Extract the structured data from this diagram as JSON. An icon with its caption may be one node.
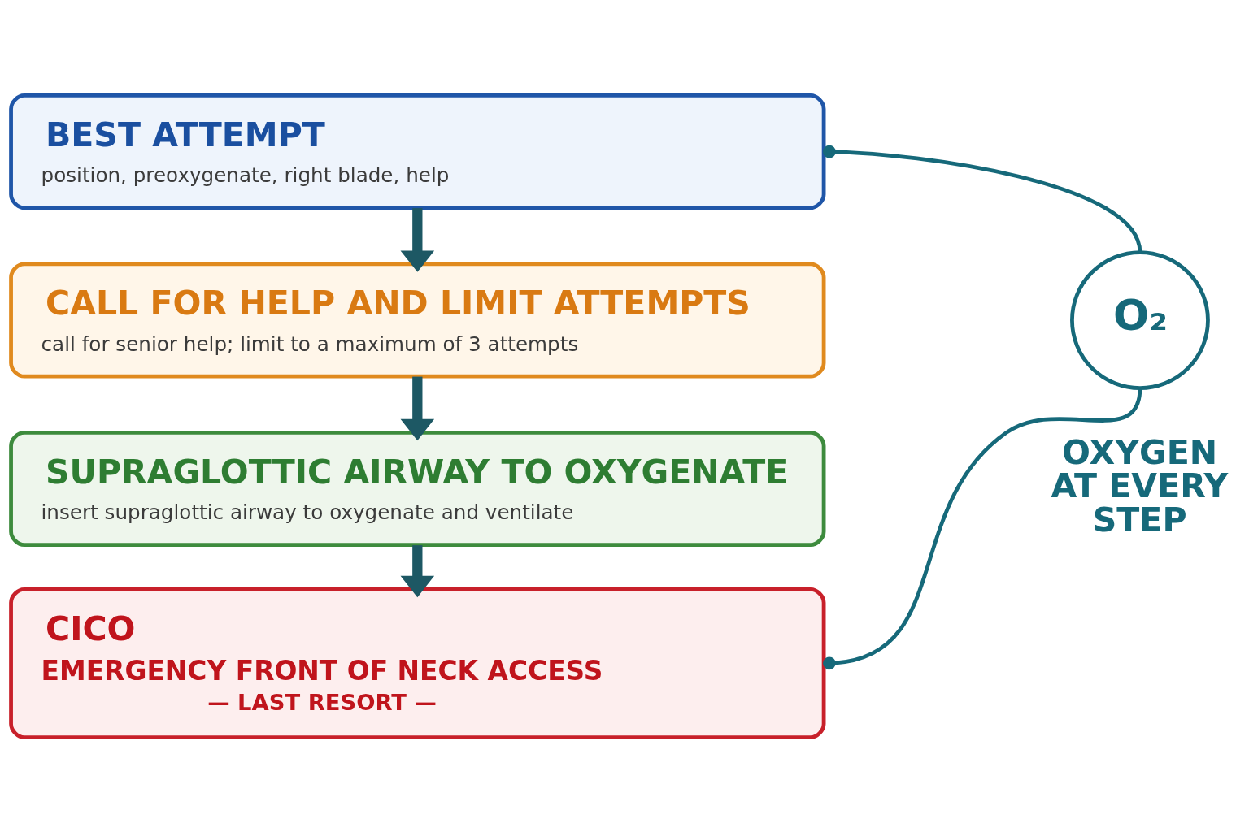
{
  "diagram": {
    "nodes": [
      {
        "text": [
          "BEST ATTEMPT",
          "position, preoxygenate, right blade, help"
        ]
      },
      {
        "text": [
          "CALL FOR HELP AND LIMIT ATTEMPTS",
          "call for senior help; limit to a maximum of 3 attempts"
        ]
      },
      {
        "text": [
          "SUPRAGLOTTIC AIRWAY TO OXYGENATE",
          "insert supraglottic airway to oxygenate and ventilate"
        ]
      },
      {
        "text": [
          "CICO",
          "EMERGENCY FRONT OF NECK ACCESS",
          "— LAST RESORT —"
        ]
      },
      {
        "text": [
          "O₂"
        ],
        "beside": [
          "OXYGEN AT EVERY STEP"
        ]
      }
    ],
    "edges": [
      {
        "from": 0,
        "to": 1,
        "arrow": "to"
      },
      {
        "from": 1,
        "to": 2,
        "arrow": "to"
      },
      {
        "from": 2,
        "to": 3,
        "arrow": "to"
      },
      {
        "from": 4,
        "to": 0,
        "arrow": "other",
        "color": "#16697a"
      },
      {
        "from": 4,
        "to": 3,
        "arrow": "other",
        "color": "#16697a"
      }
    ]
  }
}
